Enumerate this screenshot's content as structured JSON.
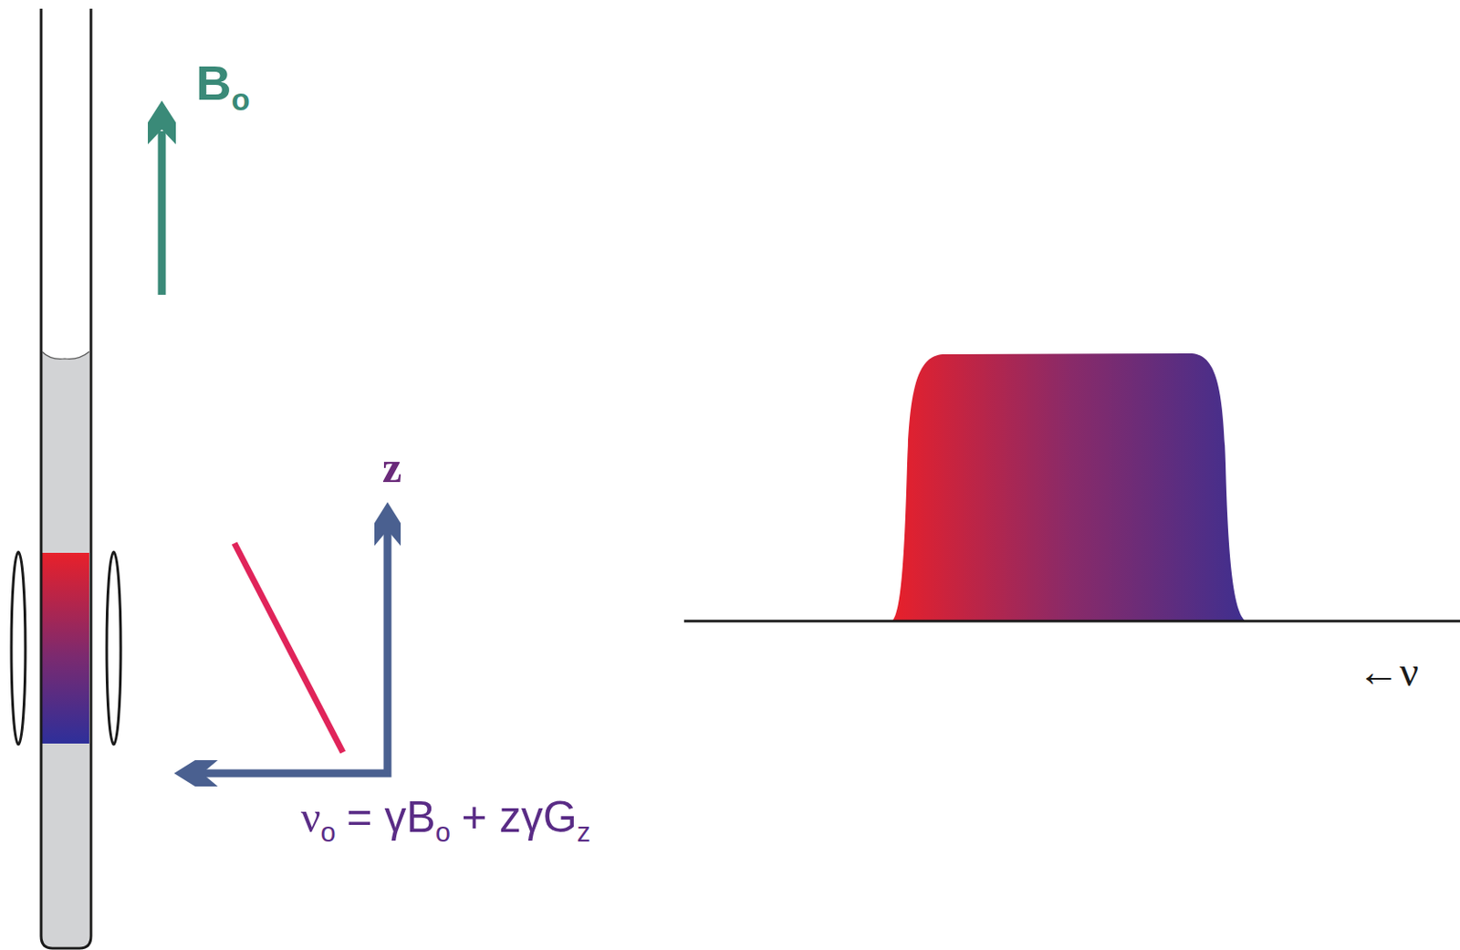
{
  "diagram": {
    "labels": [
      "B",
      "o",
      "z",
      "ν",
      "o",
      "= γB",
      "o",
      "+ zγG",
      "z",
      "←ν"
    ]
  }
}
